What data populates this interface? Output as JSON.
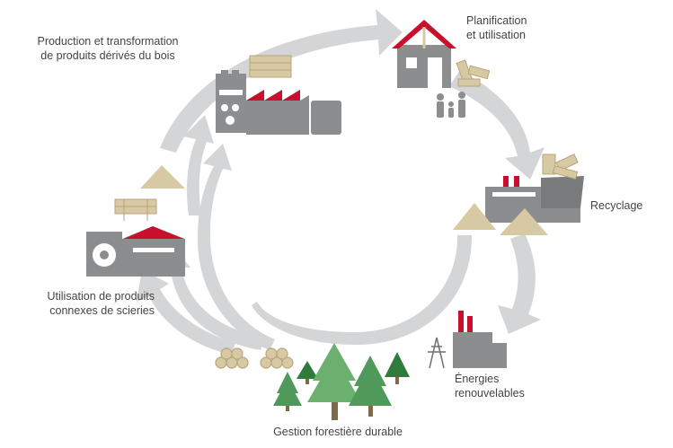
{
  "colors": {
    "arrow": "#d4d5d7",
    "building": "#8c8d8f",
    "building_dark": "#7a7b7d",
    "roof": "#c8102e",
    "wood": "#d7c9a3",
    "wood_line": "#b9a57a",
    "tree_light": "#4f9a5a",
    "tree_dark": "#2e7b3c",
    "trunk": "#7d6a4a",
    "text": "#444444"
  },
  "labels": {
    "planning": [
      "Planification",
      "et utilisation"
    ],
    "production": [
      "Production et transformation",
      "de produits dérivés du bois"
    ],
    "recycling": "Recyclage",
    "sawmill": [
      "Utilisation de produits",
      "connexes de scieries"
    ],
    "energy": [
      "Énergies",
      "renouvelables"
    ],
    "forest": "Gestion forestière durable"
  },
  "icons": [
    "house-icon",
    "family-icon",
    "broken-wood-icon",
    "factory-icon",
    "lumber-stack-icon",
    "sawmill-icon",
    "sawdust-pile-icon",
    "recycling-plant-icon",
    "wood-chips-icon",
    "power-plant-icon",
    "pylon-icon",
    "log-pile-icon",
    "forest-icon"
  ]
}
